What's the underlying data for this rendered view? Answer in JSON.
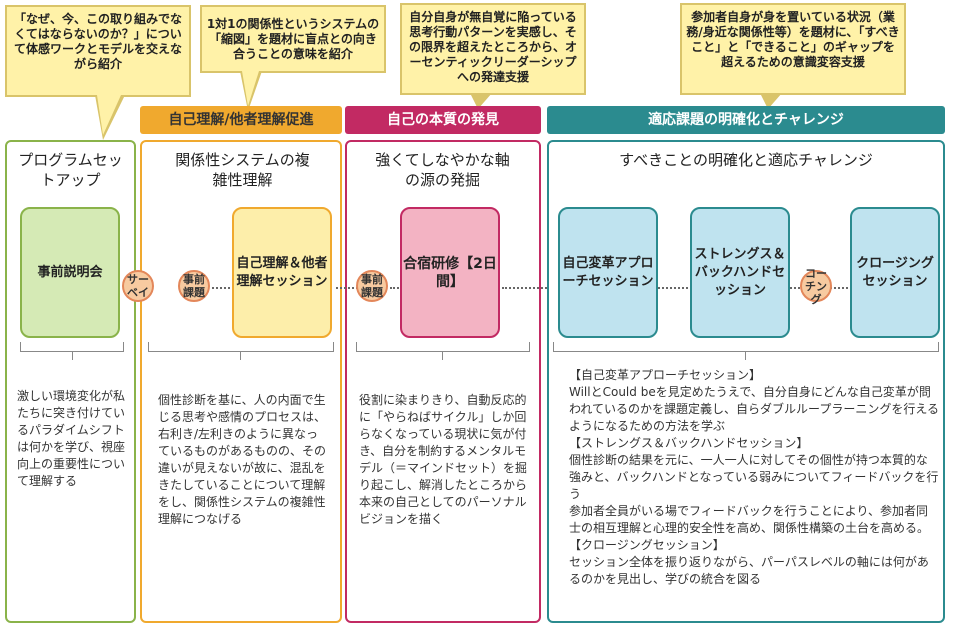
{
  "callouts": [
    "「なぜ、今、この取り組みでなくてはならないのか？」について体感ワークとモデルを交えながら紹介",
    "1対1の関係性というシステムの「縮図」を題材に盲点との向き合うことの意味を紹介",
    "自分自身が無自覚に陥っている思考行動パターンを実感し、その限界を超えたところから、オーセンティックリーダーシップへの発達支援",
    "参加者自身が身を置いている状況（業務/身近な関係性等）を題材に、「すべきこと」と「できること」のギャップを超えるための意識変容支援"
  ],
  "phases": {
    "p1": "自己理解/他者理解促進",
    "p2": "自己の本質の発見",
    "p3": "適応課題の明確化とチャレンジ"
  },
  "columns": {
    "c1": {
      "title": "プログラムセットアップ",
      "node": "事前説明会",
      "desc": "激しい環境変化が私たちに突き付けているパラダイムシフトは何かを学び、視座向上の重要性について理解する"
    },
    "c2": {
      "title": "関係性システムの複雑性理解",
      "node": "自己理解＆他者理解セッション",
      "desc": "個性診断を基に、人の内面で生じる思考や感情のプロセスは、右利き/左利きのように異なっているものがあるものの、その違いが見えないが故に、混乱をきたしていることについて理解をし、関係性システムの複雑性理解につなげる"
    },
    "c3": {
      "title": "強くてしなやかな軸の源の発掘",
      "node": "合宿研修【2日間】",
      "desc": "役割に染まりきり、自動反応的に「やらねばサイクル」しか回らなくなっている現状に気が付き、自分を制約するメンタルモデル（＝マインドセット）を掘り起こし、解消したところから本来の自己としてのパーソナルビジョンを描く"
    },
    "c4": {
      "title": "すべきことの明確化と適応チャレンジ",
      "nodes": [
        "自己変革アプローチセッション",
        "ストレングス＆バックハンドセッション",
        "クロージングセッション"
      ],
      "desc_lines": [
        "【自己変革アプローチセッション】",
        "WillとCould beを見定めたうえで、自分自身にどんな自己変革が問われているのかを課題定義し、自らダブルループラーニングを行えるようになるための方法を学ぶ",
        "【ストレングス＆バックハンドセッション】",
        "個性診断の結果を元に、一人一人に対してその個性が持つ本質的な強みと、バックハンドとなっている弱みについてフィードバックを行う",
        "参加者全員がいる場でフィードバックを行うことにより、参加者同士の相互理解と心理的安全性を高め、関係性構築の土台を高める。",
        "【クロージングセッション】",
        "セッション全体を振り返りながら、パーパスレベルの軸には何があるのかを見出し、学びの統合を図る"
      ]
    }
  },
  "circles": {
    "survey": "サーベイ",
    "pre1": "事前課題",
    "pre2": "事前課題",
    "coaching": "コーチング"
  },
  "colors": {
    "green": "#8ab34a",
    "orange": "#f0a92e",
    "pink": "#c22a63",
    "teal": "#2b8b8f",
    "green_fill": "#d5eab5",
    "yellow_fill": "#fdeeaa",
    "pink_fill": "#f3b3c3",
    "blue_fill": "#bfe3ef"
  }
}
